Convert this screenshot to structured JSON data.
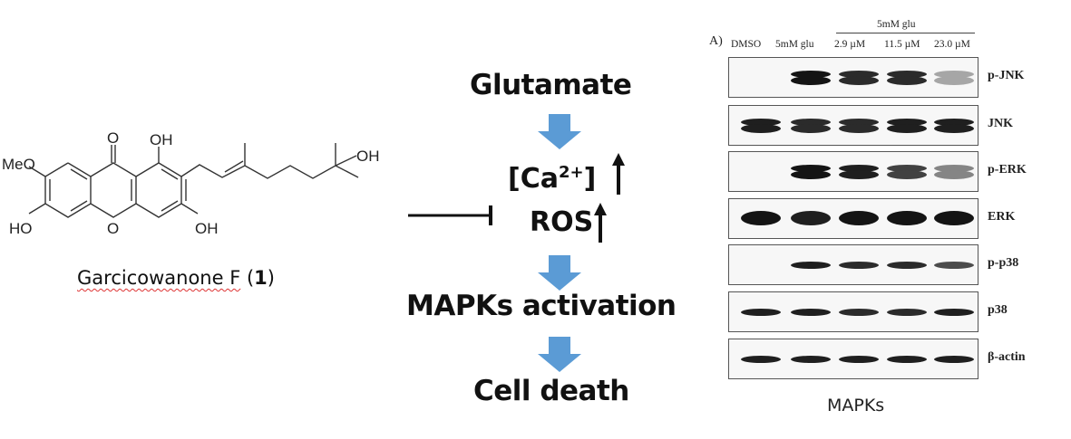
{
  "compound": {
    "name": "Garcicowanone F",
    "number": "1",
    "substituents": {
      "meo": "MeO",
      "ketone_o": "O",
      "oh_top": "OH",
      "oh_tail": "OH",
      "oh_left": "HO",
      "ring_o": "O",
      "oh_bottom": "OH"
    }
  },
  "pathway": {
    "steps": [
      "Glutamate",
      "[Ca2+]",
      "ROS",
      "MAPKs activation",
      "Cell death"
    ],
    "glutamate": "Glutamate",
    "ca_prefix": "[Ca",
    "ca_sup": "2+",
    "ca_suffix": "]",
    "ros": "ROS",
    "mapks": "MAPKs activation",
    "death": "Cell death",
    "arrow_color": "#5b9bd5"
  },
  "blot": {
    "panel_label": "A)",
    "group_header": "5mM glu",
    "lanes": [
      "DMSO",
      "5mM glu",
      "2.9 µM",
      "11.5 µM",
      "23.0 µM"
    ],
    "caption": "MAPKs",
    "bands": [
      {
        "name": "p-JNK",
        "intensity": [
          0,
          1.0,
          0.9,
          0.9,
          0.35
        ],
        "doublet": true
      },
      {
        "name": "JNK",
        "intensity": [
          0.95,
          0.9,
          0.9,
          0.95,
          0.95
        ],
        "doublet": true
      },
      {
        "name": "p-ERK",
        "intensity": [
          0,
          1.0,
          0.95,
          0.8,
          0.5
        ],
        "doublet": true
      },
      {
        "name": "ERK",
        "intensity": [
          1.0,
          0.95,
          1.0,
          1.0,
          1.0
        ],
        "doublet": false
      },
      {
        "name": "p-p38",
        "intensity": [
          0,
          0.95,
          0.9,
          0.9,
          0.75
        ],
        "doublet": false
      },
      {
        "name": "p38",
        "intensity": [
          0.95,
          0.95,
          0.9,
          0.9,
          0.95
        ],
        "doublet": false
      },
      {
        "name": "β-actin",
        "intensity": [
          0.95,
          0.95,
          0.95,
          0.95,
          0.95
        ],
        "doublet": false
      }
    ]
  }
}
